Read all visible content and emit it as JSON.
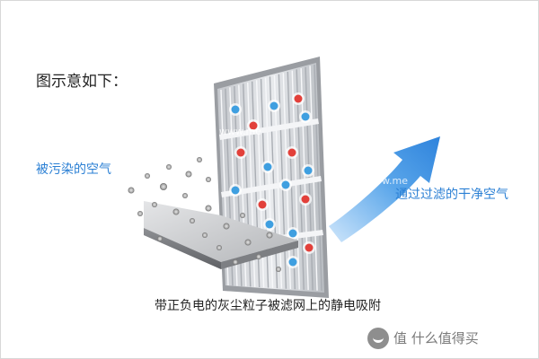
{
  "heading": "图示意如下：",
  "labels": {
    "polluted_air": "被污染的空气",
    "clean_air": "通过过滤的干净空气",
    "caption": "带正负电的灰尘粒子被滤网上的静电吸附"
  },
  "watermark": {
    "icon": "smile-logo-icon",
    "text": "值 什么值得买",
    "faint_marks": [
      "www.me",
      "www.me"
    ]
  },
  "colors": {
    "label_blue": "#2a7fd4",
    "arrow_blue": "#3a8fe0",
    "positive_particle": "#e2403a",
    "negative_particle": "#3f9fe0",
    "dust_particle": "#9a9a9a"
  }
}
